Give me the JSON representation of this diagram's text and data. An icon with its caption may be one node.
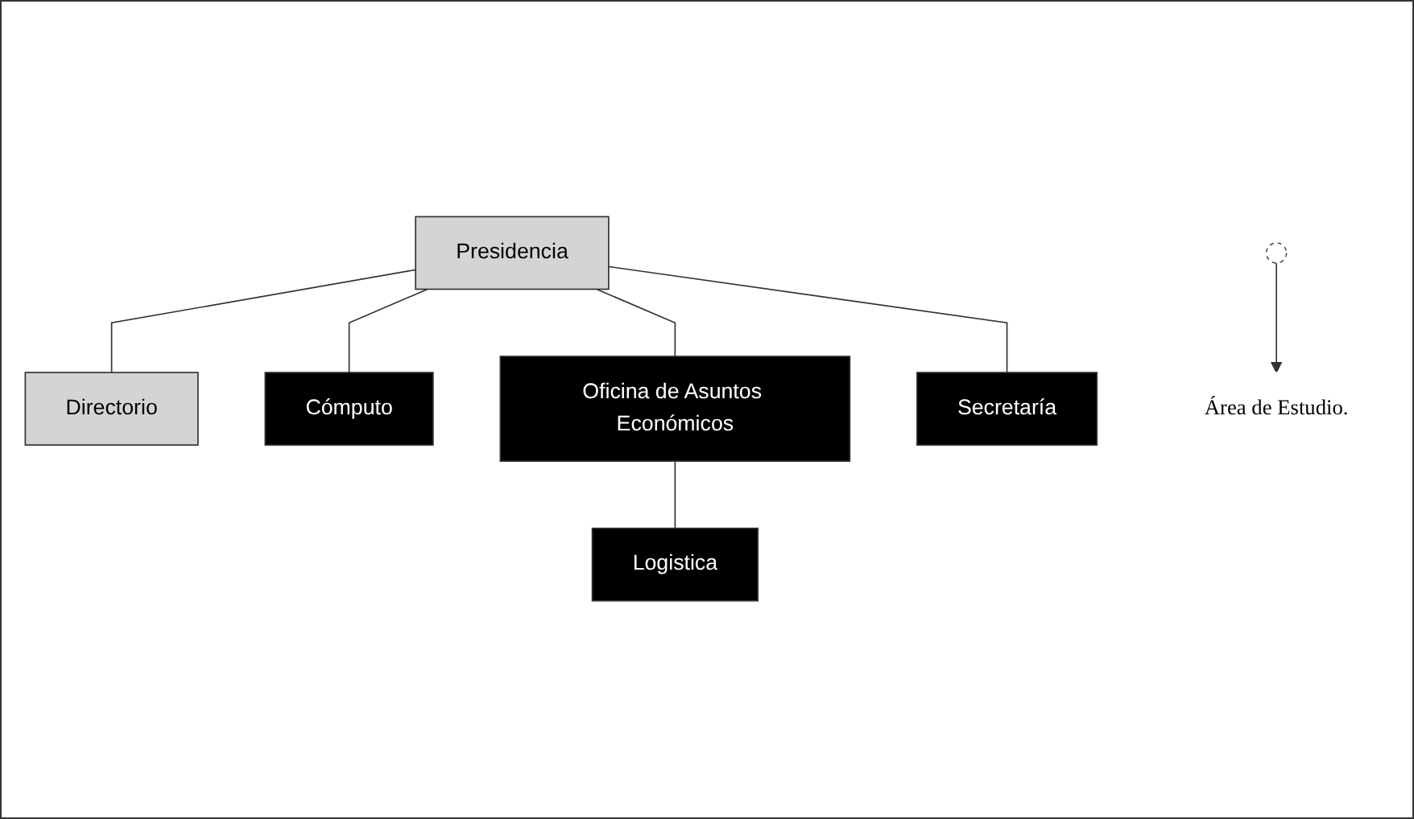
{
  "diagram": {
    "nodes": [
      {
        "text": [
          "Presidencia"
        ]
      },
      {
        "text": [
          "Directorio"
        ]
      },
      {
        "text": [
          "Cómputo"
        ]
      },
      {
        "text": [],
        "shape": "circle"
      },
      {
        "text": [
          "Oficina de Asuntos Económicos"
        ]
      },
      {
        "text": [
          "Secretaría"
        ]
      },
      {
        "text": [
          "Logistica"
        ]
      },
      {
        "text": [
          "Área de Estudio."
        ]
      }
    ],
    "edges": [
      {
        "from": 0,
        "to": 1,
        "arrow": "none"
      },
      {
        "from": 0,
        "to": 2,
        "arrow": "none"
      },
      {
        "from": 0,
        "to": 4,
        "arrow": "none"
      },
      {
        "from": 0,
        "to": 5,
        "arrow": "none"
      },
      {
        "from": 4,
        "to": 6,
        "arrow": "none"
      },
      {
        "from": 3,
        "to": 7,
        "arrow": "to"
      }
    ]
  }
}
